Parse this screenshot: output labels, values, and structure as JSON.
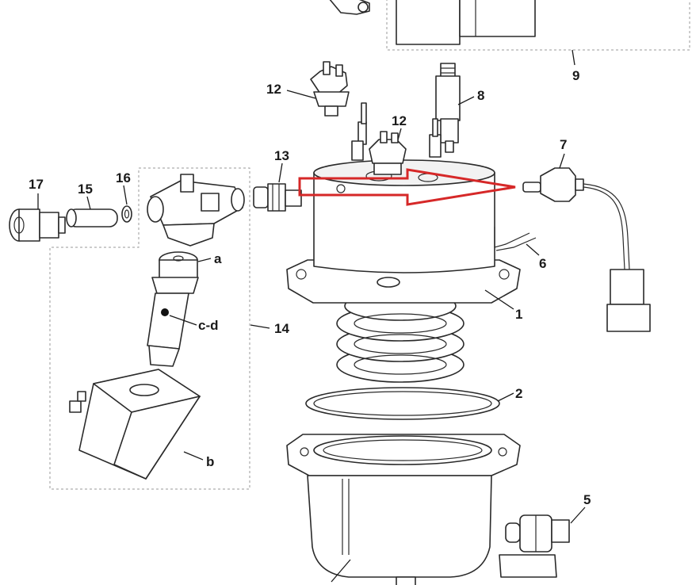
{
  "diagram": {
    "callouts": [
      "9",
      "12",
      "8",
      "12",
      "13",
      "7",
      "17",
      "15",
      "16",
      "a",
      "6",
      "1",
      "c-d",
      "14",
      "2",
      "b",
      "5"
    ],
    "arrow_color": "#d62828"
  }
}
